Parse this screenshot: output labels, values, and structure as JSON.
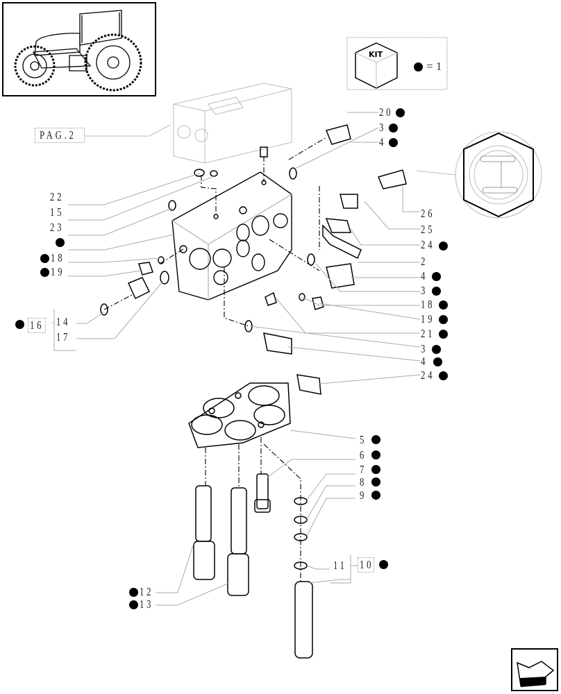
{
  "page": {
    "title": "Hydraulic control valve assembly - exploded parts diagram",
    "page_ref": "PAG.2",
    "kit_legend": {
      "label": "KIT",
      "equals": "= 1"
    },
    "colors": {
      "line": "#000000",
      "leader": "#aaaaaa",
      "ink": "#222222"
    }
  },
  "callouts_left": [
    {
      "id": "22",
      "dot": false
    },
    {
      "id": "15",
      "dot": false
    },
    {
      "id": "23",
      "dot": false
    },
    {
      "id": "",
      "dot": true
    },
    {
      "id": "18",
      "dot": true
    },
    {
      "id": "19",
      "dot": true
    }
  ],
  "callout_group_16": {
    "id": "16",
    "dot": true,
    "items": [
      "14",
      "17"
    ]
  },
  "callouts_right_top": [
    {
      "id": "20",
      "dot": true
    },
    {
      "id": "3",
      "dot": true
    },
    {
      "id": "4",
      "dot": true
    }
  ],
  "callouts_right": [
    {
      "id": "26",
      "dot": false
    },
    {
      "id": "25",
      "dot": false
    },
    {
      "id": "24",
      "dot": true
    },
    {
      "id": "2",
      "dot": false
    },
    {
      "id": "4",
      "dot": true
    },
    {
      "id": "3",
      "dot": true
    },
    {
      "id": "18",
      "dot": true
    },
    {
      "id": "19",
      "dot": true
    },
    {
      "id": "21",
      "dot": true
    },
    {
      "id": "3",
      "dot": true
    },
    {
      "id": "4",
      "dot": true
    },
    {
      "id": "24",
      "dot": true
    }
  ],
  "callouts_right_lower": [
    {
      "id": "5",
      "dot": true
    },
    {
      "id": "6",
      "dot": true
    },
    {
      "id": "7",
      "dot": true
    },
    {
      "id": "8",
      "dot": true
    },
    {
      "id": "9",
      "dot": true
    }
  ],
  "callout_group_10": {
    "id": "10",
    "dot": true,
    "items": [
      "11"
    ]
  },
  "callouts_bottom_left": [
    {
      "id": "12",
      "dot": true
    },
    {
      "id": "13",
      "dot": true
    }
  ],
  "nav": {
    "back_arrow": "previous-page"
  }
}
